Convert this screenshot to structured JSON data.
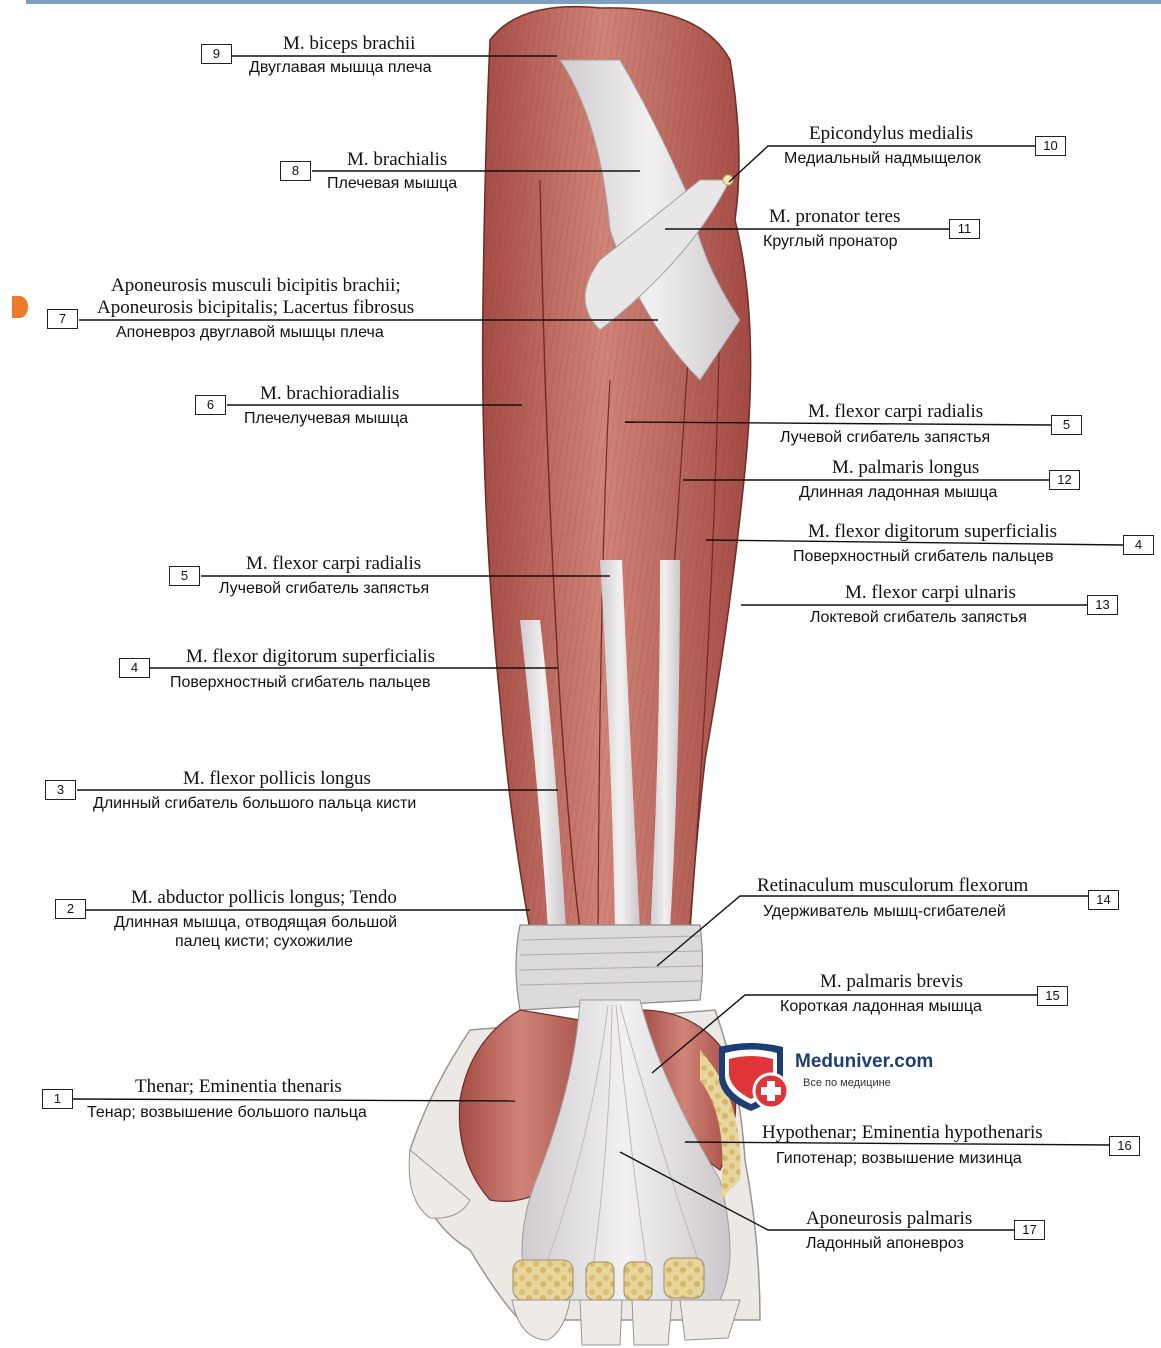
{
  "labels": [
    {
      "id": "biceps",
      "num": "9",
      "latin": "M. biceps brachii",
      "russian": "Двуглавая мышца плеча"
    },
    {
      "id": "brachialis",
      "num": "8",
      "latin": "M. brachialis",
      "russian": "Плечевая мышца"
    },
    {
      "id": "epicondylus",
      "num": "10",
      "latin": "Epicondylus medialis",
      "russian": "Медиальный надмыщелок"
    },
    {
      "id": "pronator",
      "num": "11",
      "latin": "M. pronator teres",
      "russian": "Круглый пронатор"
    },
    {
      "id": "aponeurosis-bicipitis",
      "num": "7",
      "latin": "Aponeurosis musculi bicipitis brachii;",
      "latin2": "Aponeurosis bicipitalis; Lacertus fibrosus",
      "russian": "Апоневроз двуглавой мышцы плеча"
    },
    {
      "id": "brachioradialis",
      "num": "6",
      "latin": "M. brachioradialis",
      "russian": "Плечелучевая мышца"
    },
    {
      "id": "fcr-right",
      "num": "5",
      "latin": "M. flexor carpi radialis",
      "russian": "Лучевой сгибатель запястья"
    },
    {
      "id": "palmaris-longus",
      "num": "12",
      "latin": "M. palmaris longus",
      "russian": "Длинная ладонная мышца"
    },
    {
      "id": "fds-right",
      "num": "4",
      "latin": "M. flexor digitorum superficialis",
      "russian": "Поверхностный сгибатель пальцев"
    },
    {
      "id": "fcr-left",
      "num": "5",
      "latin": "M. flexor carpi radialis",
      "russian": "Лучевой сгибатель запястья"
    },
    {
      "id": "fcu",
      "num": "13",
      "latin": "M. flexor carpi ulnaris",
      "russian": "Локтевой сгибатель запястья"
    },
    {
      "id": "fds-left",
      "num": "4",
      "latin": "M. flexor digitorum superficialis",
      "russian": "Поверхностный сгибатель пальцев"
    },
    {
      "id": "fpl",
      "num": "3",
      "latin": "M. flexor pollicis longus",
      "russian": "Длинный сгибатель большого пальца кисти"
    },
    {
      "id": "apl",
      "num": "2",
      "latin": "M. abductor pollicis longus; Tendo",
      "russian": "Длинная мышца, отводящая большой",
      "russian2": "палец кисти; сухожилие"
    },
    {
      "id": "retinaculum",
      "num": "14",
      "latin": "Retinaculum musculorum flexorum",
      "russian": "Удерживатель мышц-сгибателей"
    },
    {
      "id": "palmaris-brevis",
      "num": "15",
      "latin": "M. palmaris brevis",
      "russian": "Короткая ладонная мышца"
    },
    {
      "id": "thenar",
      "num": "1",
      "latin": "Thenar; Eminentia thenaris",
      "russian": "Тенар; возвышение большого пальца"
    },
    {
      "id": "hypothenar",
      "num": "16",
      "latin": "Hypothenar; Eminentia hypothenaris",
      "russian": "Гипотенар; возвышение мизинца"
    },
    {
      "id": "aponeurosis-palmaris",
      "num": "17",
      "latin": "Aponeurosis palmaris",
      "russian": "Ладонный апоневроз"
    }
  ],
  "logo": {
    "name": "Meduniver.com",
    "tagline": "Все по медицине"
  },
  "colors": {
    "muscle": "#c0675e",
    "muscle_dark": "#8f3b36",
    "tendon": "#e3e0e2",
    "fat": "#e7d49a",
    "line": "#111111",
    "brand": "#1d3e73",
    "accent": "#f07a2c"
  }
}
